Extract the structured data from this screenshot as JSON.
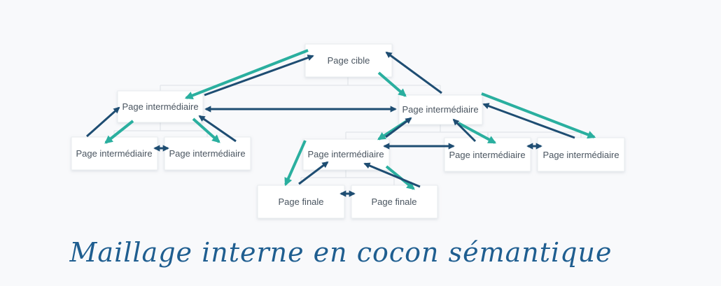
{
  "diagram": {
    "title": "Maillage interne en cocon sémantique",
    "nodes": {
      "cible": {
        "label": "Page cible"
      },
      "int_left": {
        "label": "Page intermédiaire"
      },
      "int_right": {
        "label": "Page intermédiaire"
      },
      "int_ll": {
        "label": "Page intermédiaire"
      },
      "int_lr": {
        "label": "Page intermédiaire"
      },
      "int_mid": {
        "label": "Page intermédiaire"
      },
      "int_rl": {
        "label": "Page intermédiaire"
      },
      "int_rr": {
        "label": "Page intermédiaire"
      },
      "finale_l": {
        "label": "Page finale"
      },
      "finale_r": {
        "label": "Page finale"
      }
    },
    "edges": {
      "teal_down_links": [
        {
          "from": "cible",
          "to": "int_left"
        },
        {
          "from": "cible",
          "to": "int_right"
        },
        {
          "from": "int_left",
          "to": "int_ll"
        },
        {
          "from": "int_left",
          "to": "int_lr"
        },
        {
          "from": "int_right",
          "to": "int_mid"
        },
        {
          "from": "int_right",
          "to": "int_rl"
        },
        {
          "from": "int_right",
          "to": "int_rr"
        },
        {
          "from": "int_mid",
          "to": "finale_l"
        },
        {
          "from": "int_mid",
          "to": "finale_r"
        }
      ],
      "navy_up_links": [
        {
          "from": "int_left",
          "to": "cible"
        },
        {
          "from": "int_right",
          "to": "cible"
        },
        {
          "from": "int_ll",
          "to": "int_left"
        },
        {
          "from": "int_lr",
          "to": "int_left"
        },
        {
          "from": "int_mid",
          "to": "int_right"
        },
        {
          "from": "int_rl",
          "to": "int_right"
        },
        {
          "from": "int_rr",
          "to": "int_right"
        },
        {
          "from": "finale_l",
          "to": "int_mid"
        },
        {
          "from": "finale_r",
          "to": "int_mid"
        }
      ],
      "navy_bidirectional_links": [
        {
          "between": [
            "int_left",
            "int_right"
          ]
        },
        {
          "between": [
            "int_ll",
            "int_lr"
          ]
        },
        {
          "between": [
            "int_mid",
            "int_rl"
          ]
        },
        {
          "between": [
            "int_rl",
            "int_rr"
          ]
        },
        {
          "between": [
            "finale_l",
            "finale_r"
          ]
        }
      ]
    },
    "colors": {
      "teal": "#2aaf9f",
      "navy": "#1e4d72",
      "title_blue": "#1f5e90",
      "background": "#f8f9fb",
      "box_fill": "#ffffff",
      "box_border": "#e9ecef",
      "box_text": "#4a5560",
      "tree_connector_gray": "#e2e5e9"
    }
  }
}
